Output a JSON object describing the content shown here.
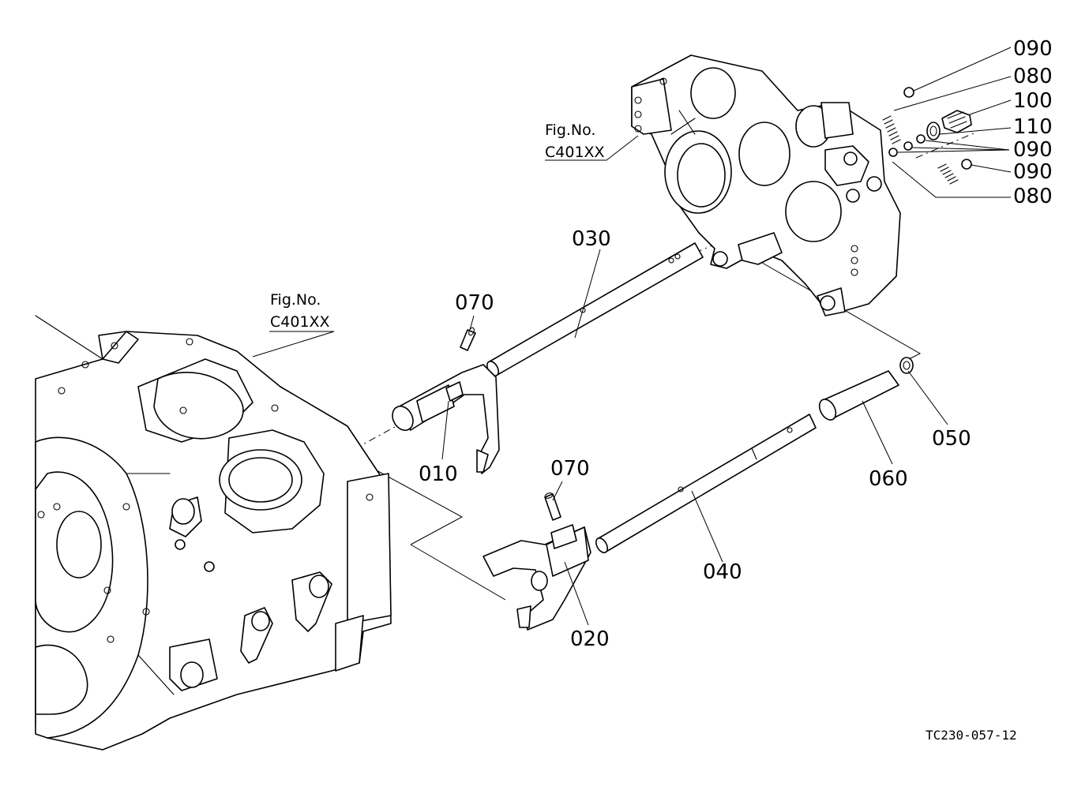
{
  "figure_refs": [
    {
      "label": "Fig.No.",
      "code": "C401XX"
    },
    {
      "label": "Fig.No.",
      "code": "C401XX"
    }
  ],
  "callouts": {
    "p010": "010",
    "p020": "020",
    "p030": "030",
    "p040": "040",
    "p050": "050",
    "p060": "060",
    "p070a": "070",
    "p070b": "070",
    "p080a": "080",
    "p080b": "080",
    "p090a": "090",
    "p090b": "090",
    "p090c": "090",
    "p100": "100",
    "p110": "110"
  },
  "drawing_code": "TC230-057-12"
}
